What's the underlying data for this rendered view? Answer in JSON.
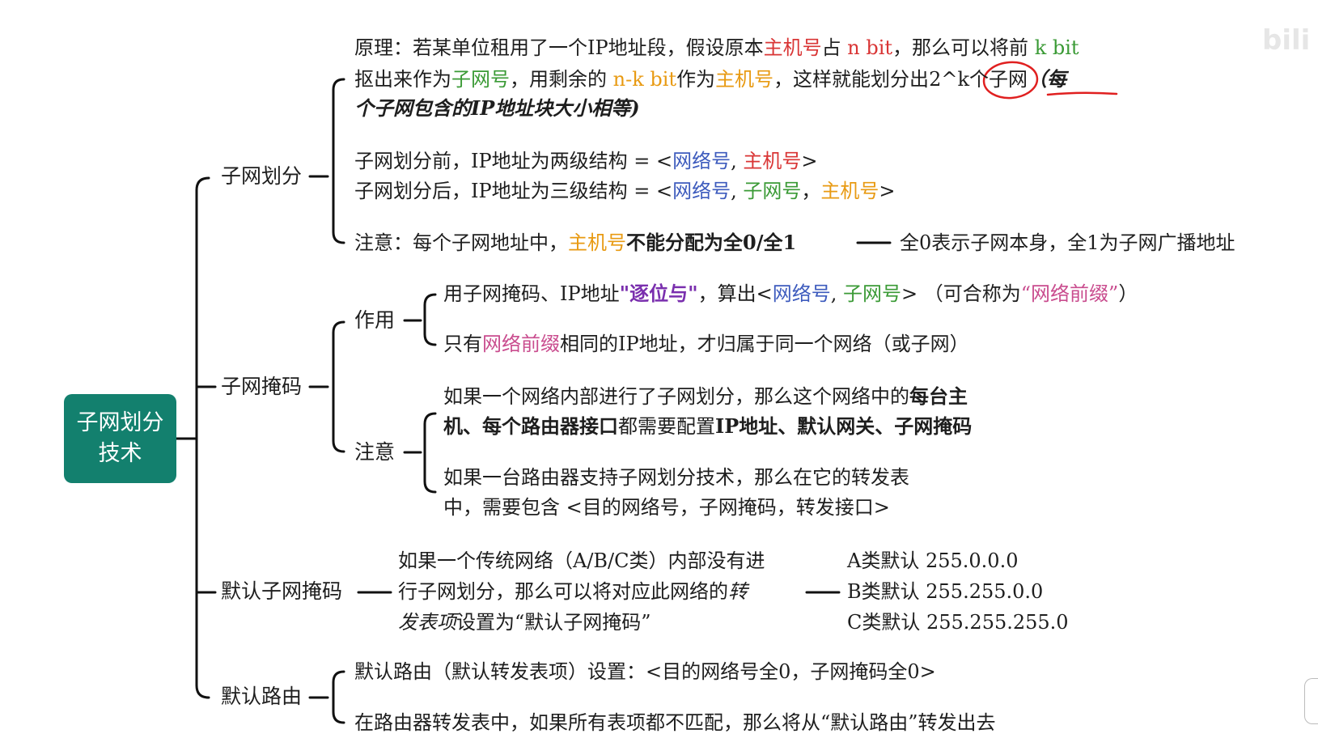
{
  "root": {
    "line1": "子网划分",
    "line2": "技术"
  },
  "watermark": "bili",
  "branches": {
    "subnet_division": {
      "label": "子网划分",
      "principle": {
        "l1": [
          "原理：若某单位租用了一个IP地址段，假设原本",
          "主机号",
          "占 ",
          "n bit",
          "，那么可以将前 ",
          "k bit"
        ],
        "l2": [
          "抠出来作为",
          "子网号",
          "，用剩余的 ",
          "n-k bit",
          "作为",
          "主机号",
          "，这样就能划分出",
          "2^k",
          "个子网",
          "（每"
        ],
        "l3": "个子网包含的IP地址块大小相等)"
      },
      "structure": {
        "before": [
          "子网划分前，IP地址为两级结构 = <",
          "网络号",
          ", ",
          "主机号",
          ">"
        ],
        "after": [
          "子网划分后，IP地址为三级结构 = <",
          "网络号",
          ", ",
          "子网号",
          "，",
          "主机号",
          ">"
        ]
      },
      "note": [
        "注意：每个子网地址中，",
        "主机号",
        "不能分配为全0/全1",
        "全0表示子网本身，全1为子网广播地址"
      ]
    },
    "subnet_mask": {
      "label": "子网掩码",
      "function": {
        "label": "作用",
        "item1": [
          "用子网掩码、IP地址",
          "\"逐位与\"",
          "，算出<",
          "网络号",
          ", ",
          "子网号",
          "> （可合称为",
          "“网络前缀”",
          "）"
        ],
        "item2": [
          "只有",
          "网络前缀",
          "相同的IP地址，才归属于同一个网络（或子网）"
        ]
      },
      "note": {
        "label": "注意",
        "item1_l1": [
          "如果一个网络内部进行了子网划分，那么这个网络中的",
          "每台主"
        ],
        "item1_l2": [
          "机、每个路由器接口",
          "都需要配置",
          "IP地址、默认网关、子网掩码"
        ],
        "item2_l1": "如果一台路由器支持子网划分技术，那么在它的转发表",
        "item2_l2": "中，需要包含 <目的网络号，子网掩码，转发接口>"
      }
    },
    "default_mask": {
      "label": "默认子网掩码",
      "desc_l1": "如果一个传统网络（A/B/C类）内部没有进",
      "desc_l2": [
        "行子网划分，那么可以将对应此网络的",
        "转"
      ],
      "desc_l3": [
        "发表项",
        "设置为“默认子网掩码”"
      ],
      "classes": [
        "A类默认 255.0.0.0",
        "B类默认 255.255.0.0",
        "C类默认 255.255.255.0"
      ]
    },
    "default_route": {
      "label": "默认路由",
      "item1": "默认路由（默认转发表项）设置：<目的网络号全0，子网掩码全0>",
      "item2": "在路由器转发表中，如果所有表项都不匹配，那么将从“默认路由”转发出去"
    }
  }
}
